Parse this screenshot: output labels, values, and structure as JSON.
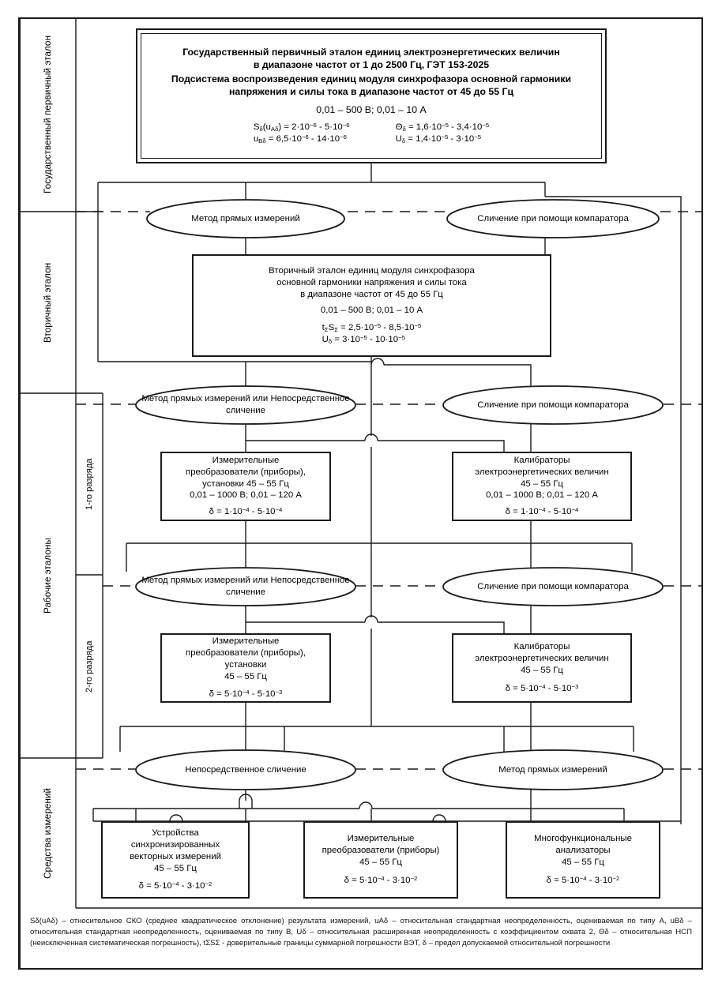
{
  "diagram": {
    "title_block": {
      "lines": [
        "Государственный первичный эталон единиц электроэнергетических величин",
        "в диапазоне частот от 1 до 2500 Гц, ГЭТ 153-2025",
        "Подсистема воспроизведения единиц модуля синхрофазора основной гармоники",
        "напряжения и силы тока в диапазоне частот от 45 до 55 Гц"
      ],
      "range": "0,01 – 500 В; 0,01 – 10 А",
      "formulas_left": [
        "Sδ(uАδ) = 2·10-6 - 5·10-6",
        "uВδ = 6,5·10-6 - 14·10-6"
      ],
      "formulas_right": [
        "Θδ = 1,6·10-5 - 3,4·10-5",
        "Uδ = 1,4·10-5 - 3·10-5"
      ]
    },
    "sidebar": [
      {
        "label": "Государственный первичный эталон"
      },
      {
        "label": "Вторичный эталон"
      },
      {
        "label": "Рабочие эталоны"
      },
      {
        "label": "Средства измерений"
      }
    ],
    "sidebar_sub": [
      {
        "label": "1-го разряда"
      },
      {
        "label": "2-го разряда"
      }
    ],
    "methods": [
      {
        "id": "m1l",
        "lines": [
          "Метод прямых измерений"
        ]
      },
      {
        "id": "m1r",
        "lines": [
          "Сличение при помощи",
          "компаратора"
        ]
      },
      {
        "id": "m2l",
        "lines": [
          "Метод прямых измерений или",
          "Непосредственное сличение"
        ]
      },
      {
        "id": "m2r",
        "lines": [
          "Сличение при помощи",
          "компаратора"
        ]
      },
      {
        "id": "m3l",
        "lines": [
          "Метод прямых измерений или",
          "Непосредственное сличение"
        ]
      },
      {
        "id": "m3r",
        "lines": [
          "Сличение при помощи",
          "компаратора"
        ]
      },
      {
        "id": "m4l",
        "lines": [
          "Непосредственное",
          "сличение"
        ]
      },
      {
        "id": "m4r",
        "lines": [
          "Метод прямых",
          "измерений"
        ]
      }
    ],
    "secondary": {
      "lines": [
        "Вторичный эталон единиц модуля синхрофазора",
        "основной гармоники напряжения и силы тока",
        "в диапазоне частот от 45 до 55 Гц",
        "0,01 – 500 В; 0,01 – 10 А"
      ],
      "formulas": [
        "tΣSΣ = 2,5·10-5 - 8,5·10-5",
        "Uδ = 3·10-5 - 10·10-5"
      ]
    },
    "rank1_left": {
      "lines": [
        "Измерительные",
        "преобразователи (приборы),",
        "установки 45 – 55 Гц",
        "0,01 – 1000 В; 0,01 – 120 А"
      ],
      "formula": "δ = 1·10-4 - 5·10-4"
    },
    "rank1_right": {
      "lines": [
        "Калибраторы",
        "электроэнергетических величин",
        "45 – 55 Гц",
        "0,01 – 1000 В; 0,01 – 120 А"
      ],
      "formula": "δ = 1·10-4 - 5·10-4"
    },
    "rank2_left": {
      "lines": [
        "Измерительные",
        "преобразователи (приборы),",
        "установки",
        "45 – 55 Гц"
      ],
      "formula": "δ = 5·10-4 - 5·10-3"
    },
    "rank2_right": {
      "lines": [
        "Калибраторы",
        "электроэнергетических величин",
        "45 – 55 Гц"
      ],
      "formula": "δ = 5·10-4 - 5·10-3"
    },
    "instruments": [
      {
        "lines": [
          "Устройства",
          "синхронизированных",
          "векторных измерений",
          "45 – 55 Гц"
        ],
        "formula": "δ = 5·10-4 - 3·10-2"
      },
      {
        "lines": [
          "Измерительные",
          "преобразователи (приборы)",
          "45 – 55 Гц"
        ],
        "formula": "δ = 5·10-4 - 3·10-2"
      },
      {
        "lines": [
          "Многофункциональные",
          "анализаторы",
          "45 – 55 Гц"
        ],
        "formula": "δ = 5·10-4 - 3·10-2"
      }
    ],
    "legend": "Sδ(uАδ) – относительное СКО (среднее квадратическое отклонение) результата измерений, uАδ – относительная стандартная неопределенность, оцениваемая по типу А, uВδ – относительная стандартная неопределенность, оцениваемая по типу В, Uδ – относительная расширенная неопределенность с коэффициентом охвата 2, Θδ – относительная НСП (неисключенная систематическая погрешность), tΣSΣ - доверительные границы суммарной погрешности ВЭТ, δ – предел допускаемой относительной погрешности",
    "colors": {
      "line": "#1a1a1a",
      "bg": "#ffffff"
    }
  }
}
